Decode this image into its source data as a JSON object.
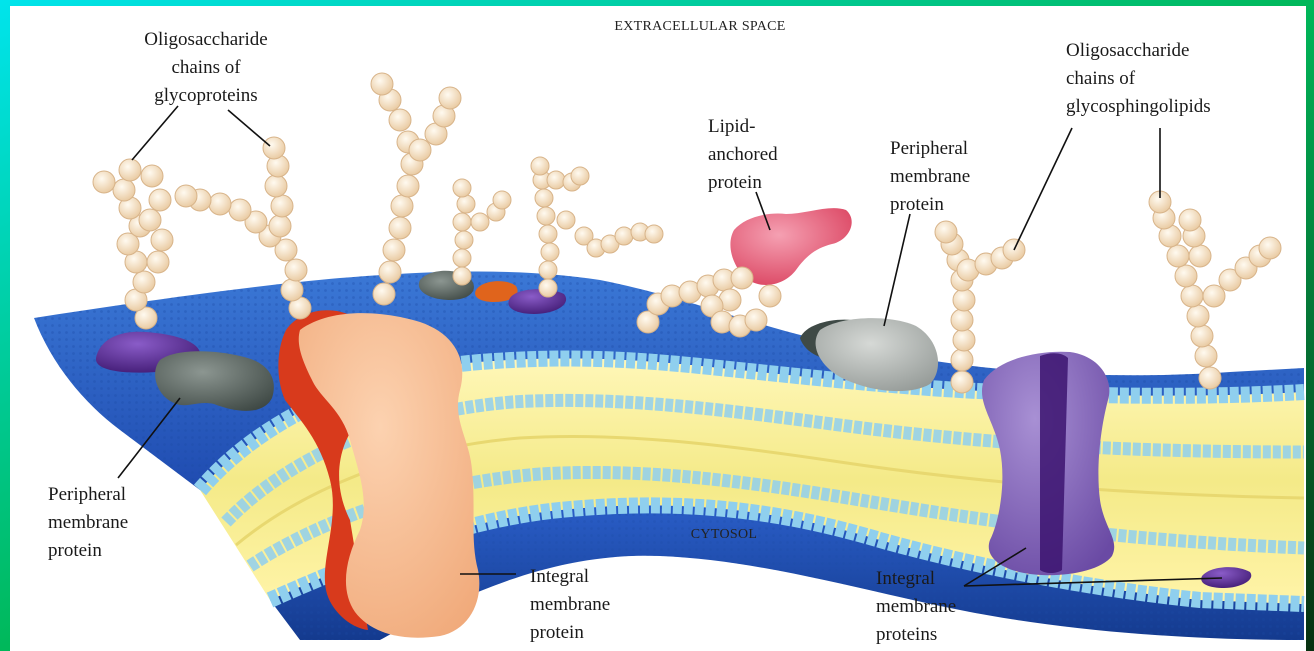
{
  "regions": {
    "extracellular": "EXTRACELLULAR SPACE",
    "cytosol": "CYTOSOL"
  },
  "labels": {
    "oligo_glycoproteins": [
      "Oligosaccharide",
      "chains of",
      "glycoproteins"
    ],
    "oligo_glycosphingolipids": [
      "Oligosaccharide",
      "chains of",
      "glycosphingolipids"
    ],
    "lipid_anchored": [
      "Lipid-",
      "anchored",
      "protein"
    ],
    "peripheral_right": [
      "Peripheral",
      "membrane",
      "protein"
    ],
    "peripheral_left": [
      "Peripheral",
      "membrane",
      "protein"
    ],
    "integral_center": [
      "Integral",
      "membrane",
      "protein"
    ],
    "integral_right": [
      "Integral",
      "membrane",
      "proteins"
    ]
  },
  "colors": {
    "background_gradient": [
      "#00e8f0",
      "#00c060",
      "#0a3a10"
    ],
    "membrane_top": "#2f66c8",
    "membrane_dark": "#1c3f9a",
    "head_groups": "#8fcfee",
    "lipid_tails": "#f6ef9a",
    "sugar_beads": "#f3dcb8",
    "integral_protein": "#f5b68e",
    "integral_protein_red": "#d83a1c",
    "channel_protein": "#8a6cb8",
    "peripheral_grey": "#4e5a55",
    "lipid_anchored_protein": "#e0506a",
    "purple_protein": "#5a2a8a"
  }
}
